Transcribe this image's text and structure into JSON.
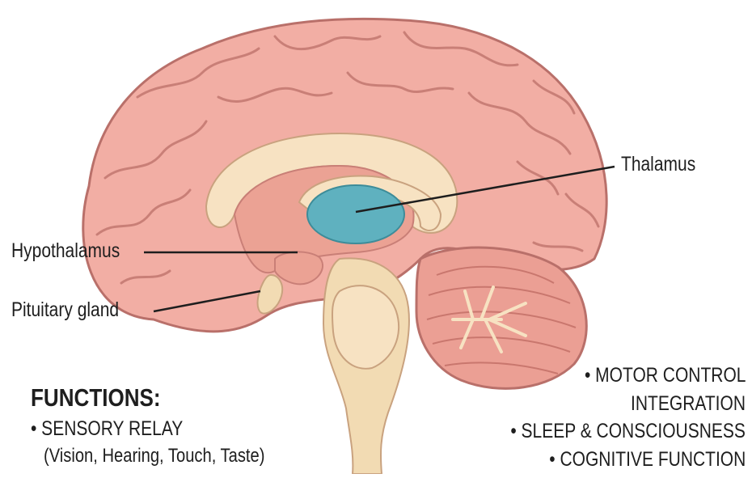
{
  "labels": {
    "thalamus": "Thalamus",
    "hypothalamus": "Hypothalamus",
    "pituitary": "Pituitary gland"
  },
  "functions": {
    "heading": "FUNCTIONS:",
    "left_items": [
      {
        "text": "• SENSORY RELAY",
        "sub": "(Vision, Hearing, Touch, Taste)"
      }
    ],
    "right_items": [
      "• MOTOR CONTROL",
      "INTEGRATION",
      "• SLEEP & CONSCIOUSNESS",
      "• COGNITIVE FUNCTION"
    ]
  },
  "colors": {
    "cortex": "#f2aea4",
    "cortex_dark": "#c97f77",
    "white_matter": "#f7e2c2",
    "thalamus": "#5fb1bf",
    "cerebellum": "#eb9f94",
    "stem": "#f2dbb3",
    "text": "#1e1e1e"
  }
}
